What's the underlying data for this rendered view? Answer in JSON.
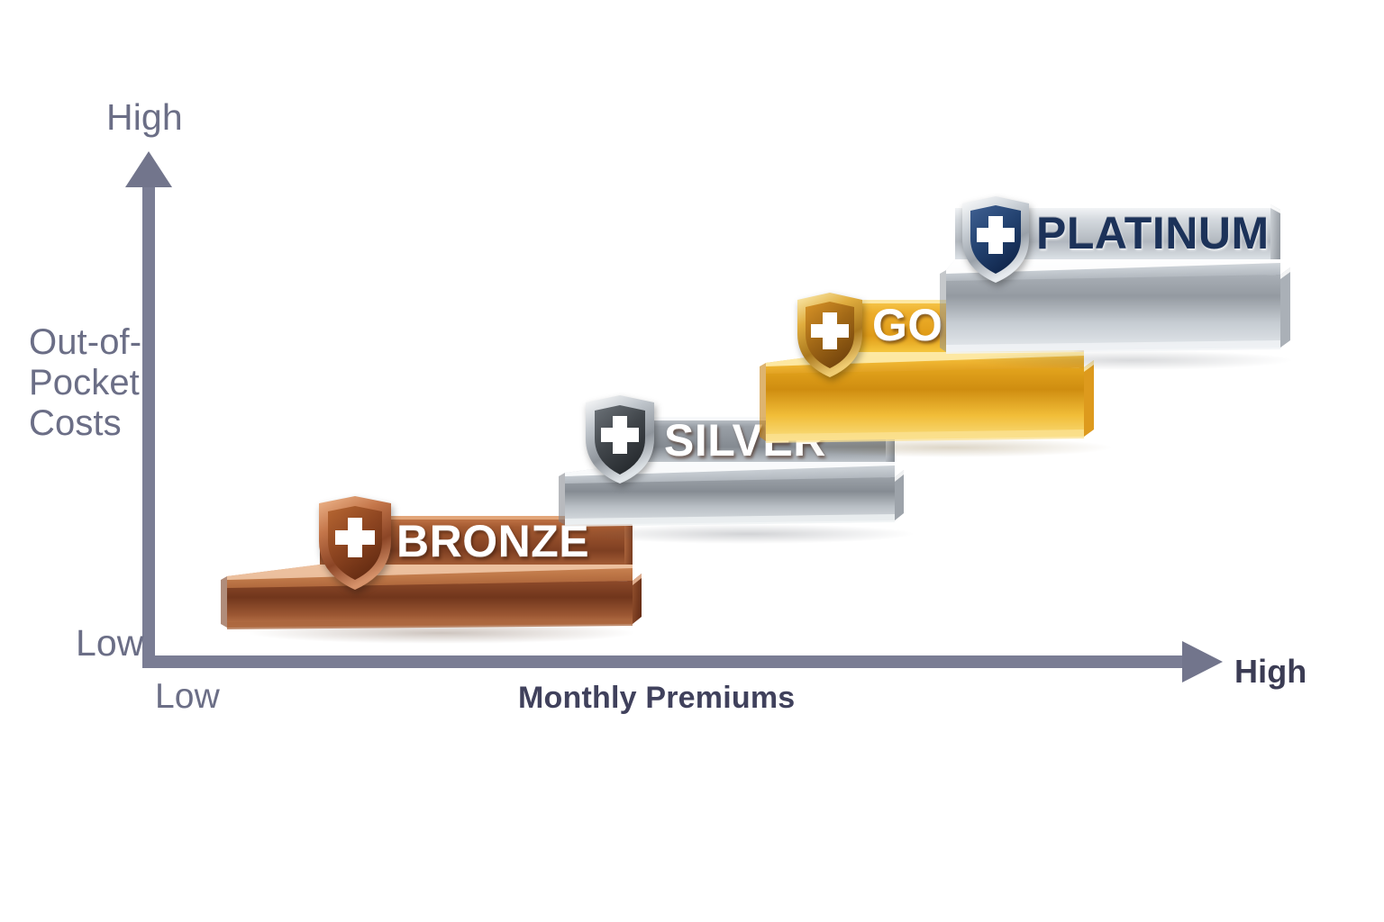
{
  "chart_data": {
    "type": "bar",
    "title": "",
    "xlabel": "Monthly Premiums",
    "ylabel": "Out-of-\nPocket\nCosts",
    "x_axis": {
      "low_label": "Low",
      "high_label": "High",
      "title": "Monthly Premiums"
    },
    "y_axis": {
      "low_label": "Low",
      "high_label": "High",
      "title": "Out-of-\nPocket\nCosts"
    },
    "orientation": "ascending-staircase",
    "note": "Staircase infographic: as monthly premiums increase left-to-right, out-of-pocket costs increase bottom-to-top across four metal tiers.",
    "categories": [
      "BRONZE",
      "SILVER",
      "GOLD",
      "PLATINUM"
    ],
    "values": [
      1,
      2,
      3,
      4
    ],
    "series": [
      {
        "name": "Monthly Premiums",
        "values": [
          1,
          2,
          3,
          4
        ]
      },
      {
        "name": "Out-of-Pocket Costs",
        "values": [
          1,
          2,
          3,
          4
        ]
      }
    ],
    "legend_position": "none",
    "grid": false
  },
  "axes": {
    "y_high": "High",
    "y_title": "Out-of-\nPocket\nCosts",
    "y_low": "Low",
    "x_low": "Low",
    "x_title": "Monthly Premiums",
    "x_high": "High",
    "axis_color": "#7a7d94",
    "label_color": "#6b6e86",
    "emphasis_color": "#3b3c54"
  },
  "tiers": [
    {
      "id": "bronze",
      "label": "BRONZE",
      "label_style": "light",
      "icon": "shield-cross-icon",
      "colors": {
        "riser_light": "#d98c5c",
        "riser_dark": "#7e3f22",
        "tread_light": "#e0a479",
        "tread_dark": "#8d4b2b",
        "front_light": "#c47a4d",
        "front_dark": "#6d3520",
        "side": "#9c5731",
        "edge": "#f0c6a6",
        "shield_face_light": "#b0612f",
        "shield_face_dark": "#6e3015",
        "shield_rim_light": "#e8a87c",
        "shield_rim_dark": "#8b4526"
      }
    },
    {
      "id": "silver",
      "label": "SILVER",
      "label_style": "light",
      "icon": "shield-cross-icon",
      "colors": {
        "riser_light": "#eef1f4",
        "riser_dark": "#84898f",
        "tread_light": "#e3e7eb",
        "tread_dark": "#9aa0a6",
        "front_light": "#d6dade",
        "front_dark": "#7d8288",
        "side": "#a9aeb4",
        "edge": "#fbfcfd",
        "shield_face_light": "#5e646a",
        "shield_face_dark": "#2a2e33",
        "shield_rim_light": "#f2f4f6",
        "shield_rim_dark": "#9ba1a7"
      }
    },
    {
      "id": "gold",
      "label": "GOLD",
      "label_style": "light",
      "icon": "shield-cross-icon",
      "colors": {
        "riser_light": "#f9cf55",
        "riser_dark": "#d9901a",
        "tread_light": "#fbd96e",
        "tread_dark": "#dd9a1d",
        "front_light": "#f5c13d",
        "front_dark": "#c8820f",
        "side": "#e0a522",
        "edge": "#fdeaa8",
        "shield_face_light": "#c98722",
        "shield_face_dark": "#7e4a10",
        "shield_rim_light": "#fae197",
        "shield_rim_dark": "#c08f2a"
      }
    },
    {
      "id": "platinum",
      "label": "PLATINUM",
      "label_style": "dark",
      "icon": "shield-cross-icon",
      "colors": {
        "riser_light": "#f4f6f8",
        "riser_dark": "#a8aeb5",
        "tread_light": "#e9ecef",
        "tread_dark": "#a2a8ae",
        "front_light": "#dfe3e7",
        "front_dark": "#9ba1a8",
        "side": "#b4babf",
        "edge": "#ffffff",
        "shield_face_light": "#35527f",
        "shield_face_dark": "#12254a",
        "shield_rim_light": "#eef1f5",
        "shield_rim_dark": "#9aa2ab"
      }
    }
  ]
}
